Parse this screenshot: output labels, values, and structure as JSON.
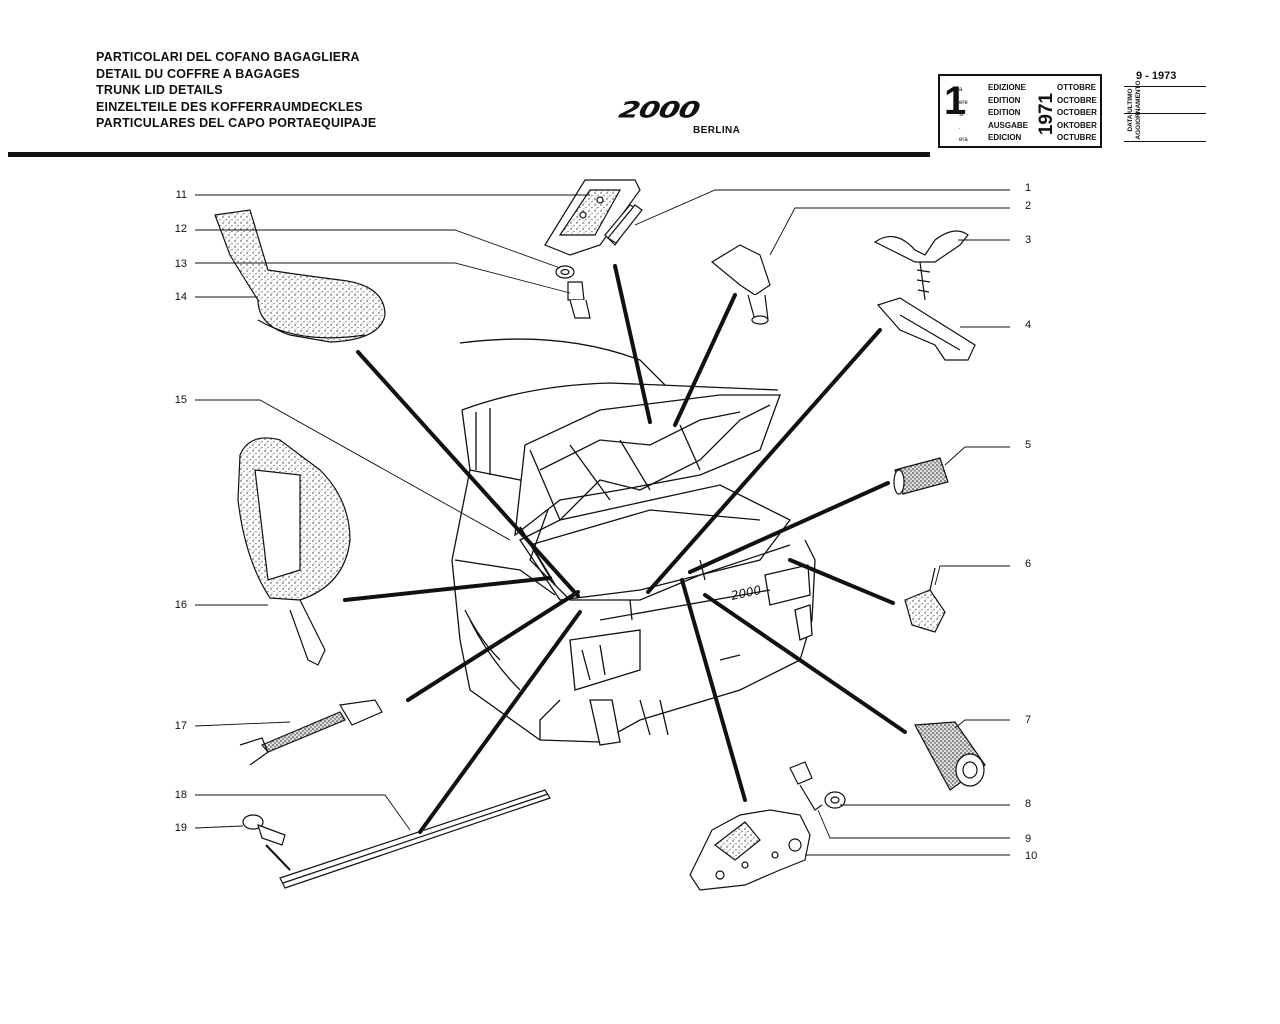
{
  "title_lines": [
    "PARTICOLARI DEL COFANO BAGAGLIERA",
    "DETAIL DU COFFRE A BAGAGES",
    "TRUNK LID DETAILS",
    "EINZELTEILE DES KOFFERRAUMDECKLES",
    "PARTICULARES DEL CAPO PORTAEQUIPAJE"
  ],
  "logo": {
    "text": "2000",
    "subtitle": "BERLINA"
  },
  "edition": {
    "number": "1",
    "ordinals": [
      "a",
      "ere",
      "st",
      ".",
      "era"
    ],
    "labels": [
      "EDIZIONE",
      "EDITION",
      "EDITION",
      "AUSGABE",
      "EDICION"
    ],
    "year": "1971",
    "months": [
      "OTTOBRE",
      "OCTOBRE",
      "OCTOBER",
      "OKTOBER",
      "OCTUBRE"
    ]
  },
  "update": {
    "vertical_label": "DATA ULTIMO AGGIORNAMENTO",
    "date": "9 - 1973"
  },
  "callouts_right": [
    "1",
    "2",
    "3",
    "4",
    "5",
    "6",
    "7",
    "8",
    "9",
    "10"
  ],
  "callouts_left": [
    "11",
    "12",
    "13",
    "14",
    "15",
    "16",
    "17",
    "18",
    "19"
  ]
}
